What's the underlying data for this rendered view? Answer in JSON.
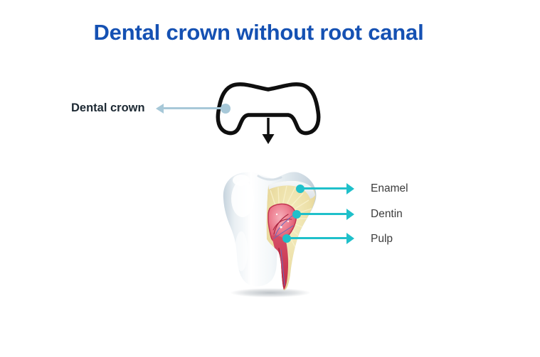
{
  "title": {
    "text": "Dental crown without root canal",
    "color": "#1551b3"
  },
  "crown_figure": {
    "label": "Dental crown",
    "label_color": "#1d2933",
    "pointer_color": "#a7c8d8",
    "outline_color": "#0f0f0f"
  },
  "tooth_figure": {
    "callouts": [
      {
        "label": "Enamel"
      },
      {
        "label": "Dentin"
      },
      {
        "label": "Pulp"
      }
    ],
    "callout_color": "#1fc0ca",
    "label_color": "#3c3c3c",
    "layer_colors": {
      "enamel": "#e7ecef",
      "dentin": "#ead9a0",
      "pulp": "#d64e66",
      "tooth_body": "#ffffff"
    }
  }
}
